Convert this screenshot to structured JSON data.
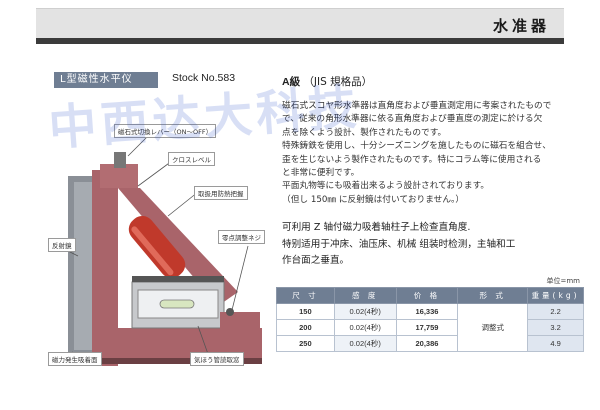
{
  "header": {
    "title": "水准器"
  },
  "product": {
    "model_label": "L型磁性水平仪",
    "stock_no": "Stock No.583"
  },
  "callouts": {
    "magnet_switch": "磁石式切換レバー（ON～OFF）",
    "cross_level": "クロスレベル",
    "grip": "取扱用防熱把握",
    "reflector": "反射鏡",
    "zero_adjust": "零点調整ネジ",
    "magnet_surface": "磁力発生吸着面",
    "vial_window": "気ほう管読取窓"
  },
  "grade": {
    "grade": "A級",
    "standard": "（JIS 規格品）"
  },
  "description_jp": [
    "磁石式スコヤ形水準器は直角度および垂直測定用に考案されたもので",
    "で、従来の角形水準器に依る直角度および垂直度の測定に於ける欠",
    "点を除くよう設計、製作されたものです。",
    "特殊鋳鉄を使用し、十分シーズニングを施したものに磁石を組合せ、",
    "歪を生じないよう製作されたものです。特にコラム等に使用される",
    "と非常に便利です。",
    "平面丸物等にも吸着出来るよう設計されております。",
    "（但し 150㎜ に反射鏡は付いておりません。）"
  ],
  "description_cn": [
    "可利用 Z 轴付磁力吸着轴柱子上检查直角度.",
    "特别适用于冲床、油压床、机械 组装时检测，主轴和工",
    "作台面之垂直。"
  ],
  "table": {
    "unit_note": "单位=mm",
    "headers": [
      "尺 寸",
      "感 度",
      "价 格",
      "形 式",
      "重量(kg)"
    ],
    "rows": [
      {
        "size": "150",
        "sensitivity": "0.02(4秒)",
        "price": "16,336",
        "weight": "2.2"
      },
      {
        "size": "200",
        "sensitivity": "0.02(4秒)",
        "price": "17,759",
        "weight": "3.2"
      },
      {
        "size": "250",
        "sensitivity": "0.02(4秒)",
        "price": "20,386",
        "weight": "4.9"
      }
    ],
    "type_value": "调整式"
  },
  "watermark": "中西达大科技",
  "colors": {
    "header_bg": "#e3e3e3",
    "header_strip": "#3b3b3b",
    "badge_bg": "#6f7e93",
    "frame_red": "#a9646a",
    "grip_red": "#c0392b"
  }
}
